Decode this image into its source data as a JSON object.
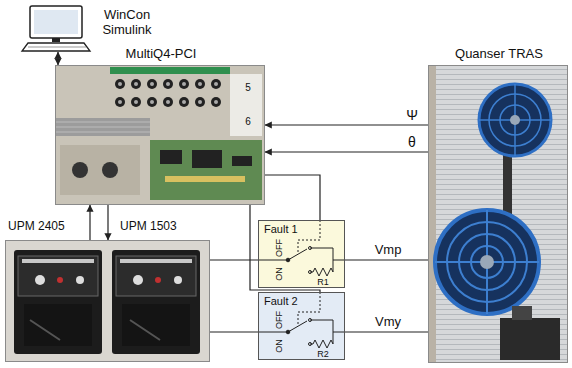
{
  "diagram": {
    "nodes": [
      {
        "text": [
          "WinCon Simulink"
        ]
      },
      {
        "text": [
          "MultiQ4-PCI"
        ]
      },
      {
        "text": [
          "UPM 2405",
          "UPM 1503"
        ]
      },
      {
        "text": [
          "Fault 1"
        ]
      },
      {
        "text": [
          "Fault 2"
        ]
      },
      {
        "text": [
          "Quanser TRAS"
        ]
      }
    ],
    "edges": [
      {
        "from": 0,
        "to": 1,
        "arrow": "both"
      },
      {
        "from": 2,
        "to": 1,
        "arrow": "to"
      },
      {
        "from": 1,
        "to": 2,
        "arrow": "to"
      },
      {
        "from": 5,
        "to": 1,
        "label": "Ψ",
        "arrow": "to"
      },
      {
        "from": 5,
        "to": 1,
        "label": "θ",
        "arrow": "to"
      },
      {
        "from": 1,
        "to": 3,
        "arrow": "none"
      },
      {
        "from": 1,
        "to": 4,
        "arrow": "none"
      },
      {
        "from": 2,
        "to": 3,
        "arrow": "none"
      },
      {
        "from": 2,
        "to": 4,
        "arrow": "none"
      },
      {
        "from": 3,
        "to": 5,
        "label": "Vmp",
        "arrow": "none"
      },
      {
        "from": 4,
        "to": 5,
        "label": "Vmy",
        "arrow": "none"
      }
    ],
    "labels": [
      "5",
      "6",
      "OFF",
      "ON",
      "R1",
      "OFF",
      "ON",
      "R2"
    ]
  }
}
